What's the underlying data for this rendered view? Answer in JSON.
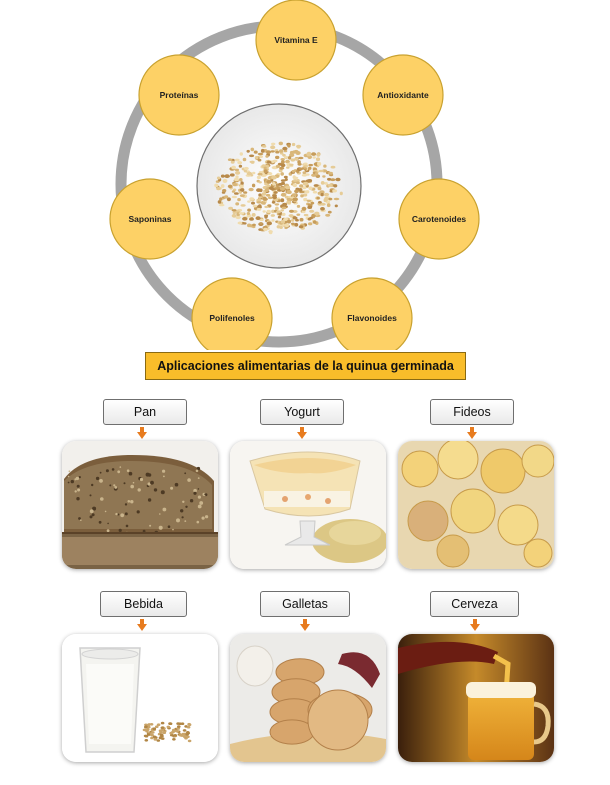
{
  "diagram": {
    "center_image": "germinated-quinoa-seeds",
    "nodes": [
      {
        "id": "vitamina-e",
        "label": "Vitamina E"
      },
      {
        "id": "antioxidante",
        "label": "Antioxidante"
      },
      {
        "id": "carotenoides",
        "label": "Carotenoides"
      },
      {
        "id": "flavonoides",
        "label": "Flavonoides"
      },
      {
        "id": "polifenoles",
        "label": "Polifenoles"
      },
      {
        "id": "saponinas",
        "label": "Saponinas"
      },
      {
        "id": "proteinas",
        "label": "Proteínas"
      }
    ],
    "colors": {
      "node_fill": "#fdd166",
      "node_stroke": "#c9a230",
      "ring": "#a6a6a6",
      "banner": "#f9bd2a",
      "arrow": "#e77b1f"
    }
  },
  "banner": {
    "title": "Aplicaciones alimentarias de la quinua germinada"
  },
  "applications": [
    {
      "id": "pan",
      "label": "Pan",
      "image": "bread-photo"
    },
    {
      "id": "yogurt",
      "label": "Yogurt",
      "image": "yogurt-photo"
    },
    {
      "id": "fideos",
      "label": "Fideos",
      "image": "pasta-photo"
    },
    {
      "id": "bebida",
      "label": "Bebida",
      "image": "milk-drink-photo"
    },
    {
      "id": "galletas",
      "label": "Galletas",
      "image": "cookies-photo"
    },
    {
      "id": "cerveza",
      "label": "Cerveza",
      "image": "beer-photo"
    }
  ]
}
